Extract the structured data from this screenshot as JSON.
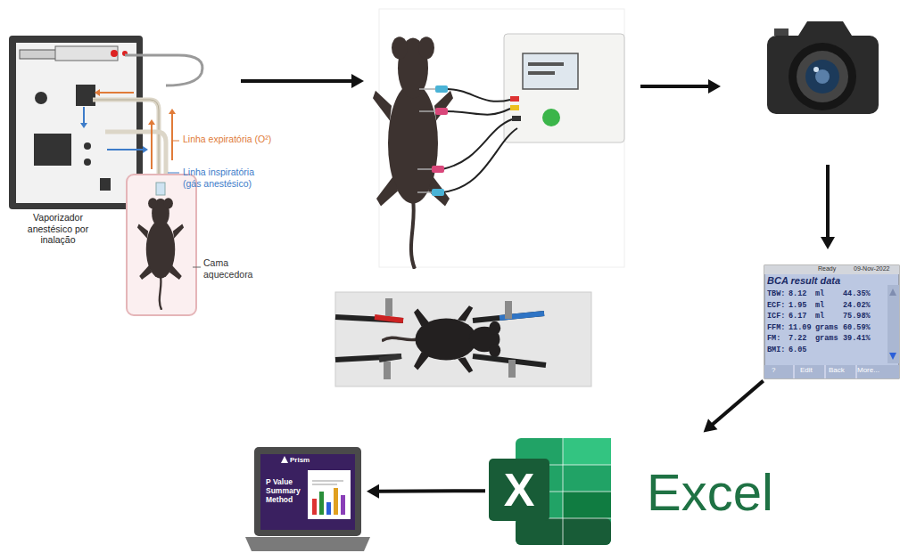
{
  "diagram": {
    "nodes": [
      {
        "text": [
          "Vaporizador anestésico por inalação",
          "Linha expiratória (O²)",
          "Linha inspiratória (gás anestésico)",
          "Cama aquecedora"
        ]
      },
      {
        "text": [
          "Ready",
          "09-Nov-2022",
          "BCA result data",
          "TBW:",
          "8.12",
          "ml",
          "44.35%",
          "ECF:",
          "1.95",
          "ml",
          "24.02%",
          "ICF:",
          "6.17",
          "ml",
          "75.98%",
          "FFM:",
          "11.09",
          "grams",
          "60.59%",
          "FM:",
          "7.22",
          "grams",
          "39.41%",
          "BMI:",
          "6.05",
          "?",
          "Edit",
          "Back",
          "More..."
        ]
      },
      {
        "text": [
          "X",
          "Excel"
        ]
      },
      {
        "text": [
          "Prism",
          "P Value Summary Method"
        ]
      }
    ],
    "edges": [
      {
        "from": 1,
        "to": 2,
        "arrow": "to"
      },
      {
        "from": 2,
        "to": 3,
        "arrow": "to"
      }
    ]
  }
}
